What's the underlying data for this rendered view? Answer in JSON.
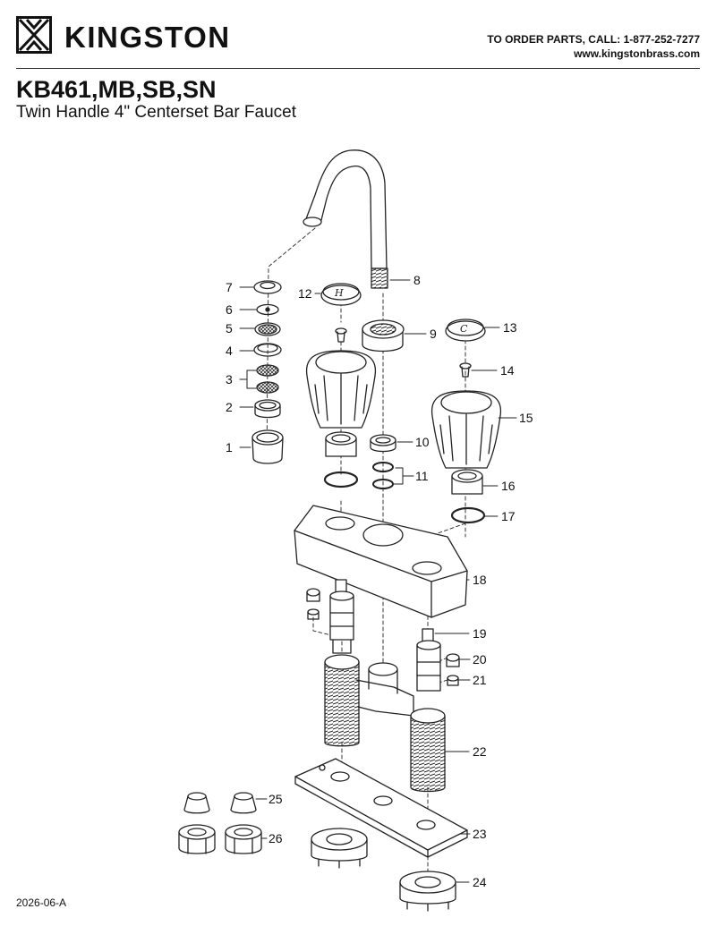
{
  "header": {
    "brand": "KINGSTON",
    "order_line": "TO ORDER PARTS, CALL: 1-877-252-7277",
    "website": "www.kingstonbrass.com",
    "model": "KB461,MB,SB,SN",
    "subtitle": "Twin Handle 4\" Centerset Bar Faucet"
  },
  "footer": {
    "doc_number": "2026-06-A"
  },
  "parts": [
    {
      "number": "1",
      "icon": "aerator-housing-icon"
    },
    {
      "number": "2",
      "icon": "aerator-insert-icon"
    },
    {
      "number": "3",
      "icon": "screen-icon"
    },
    {
      "number": "4",
      "icon": "aerator-ring-icon"
    },
    {
      "number": "5",
      "icon": "flow-disc-icon"
    },
    {
      "number": "6",
      "icon": "small-washer-icon"
    },
    {
      "number": "7",
      "icon": "washer-icon"
    },
    {
      "number": "8",
      "icon": "spout-icon"
    },
    {
      "number": "9",
      "icon": "spout-nut-icon"
    },
    {
      "number": "10",
      "icon": "spout-adapter-icon"
    },
    {
      "number": "11",
      "icon": "o-ring-icon"
    },
    {
      "number": "12",
      "icon": "hot-index-cap-icon"
    },
    {
      "number": "13",
      "icon": "cold-index-cap-icon"
    },
    {
      "number": "14",
      "icon": "screw-icon"
    },
    {
      "number": "15",
      "icon": "handle-icon"
    },
    {
      "number": "16",
      "icon": "bonnet-nut-icon"
    },
    {
      "number": "17",
      "icon": "o-ring-icon"
    },
    {
      "number": "18",
      "icon": "faucet-body-cover-icon"
    },
    {
      "number": "19",
      "icon": "cartridge-icon"
    },
    {
      "number": "20",
      "icon": "seat-icon"
    },
    {
      "number": "21",
      "icon": "spring-icon"
    },
    {
      "number": "22",
      "icon": "valve-body-icon"
    },
    {
      "number": "23",
      "icon": "gasket-plate-icon"
    },
    {
      "number": "24",
      "icon": "mounting-nut-icon"
    },
    {
      "number": "25",
      "icon": "ferrule-icon"
    },
    {
      "number": "26",
      "icon": "coupling-nut-icon"
    }
  ]
}
